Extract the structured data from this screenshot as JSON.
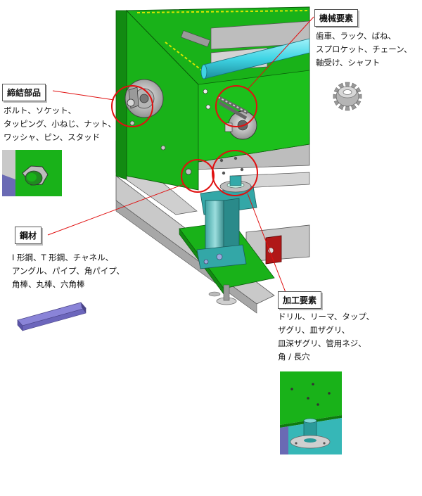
{
  "callouts": {
    "fastening": {
      "title": "締結部品",
      "lines": [
        "ボルト、ソケット、",
        "タッピング、小ねじ、ナット、",
        "ワッシャ、ピン、スタッド"
      ],
      "thumb_icon": "hex-bolt-icon"
    },
    "machine": {
      "title": "機械要素",
      "lines": [
        "歯車、ラック、ばね、",
        "スプロケット、チェーン、",
        "軸受け、シャフト"
      ],
      "thumb_icon": "sprocket-icon"
    },
    "steel": {
      "title": "鋼材",
      "lines": [
        "I 形鋼、T 形鋼、チャネル、",
        "アングル、パイプ、角パイプ、",
        "角棒、丸棒、六角棒"
      ],
      "thumb_icon": "angle-steel-icon"
    },
    "processing": {
      "title": "加工要素",
      "lines": [
        "ドリル、リーマ、タップ、",
        "ザグリ、皿ザグリ、",
        "皿深ザグリ、管用ネジ、",
        "角 / 長穴"
      ],
      "thumb_icon": "machined-holes-icon"
    }
  },
  "colors": {
    "plate_green": "#19b219",
    "frame_gray": "#c9c9c9",
    "bracket_teal": "#33a7a7",
    "shaft_cyan": "#3fd4e4",
    "accent_red": "#b01818",
    "leader_red": "#e01010",
    "callout_circle": "#e01010"
  }
}
